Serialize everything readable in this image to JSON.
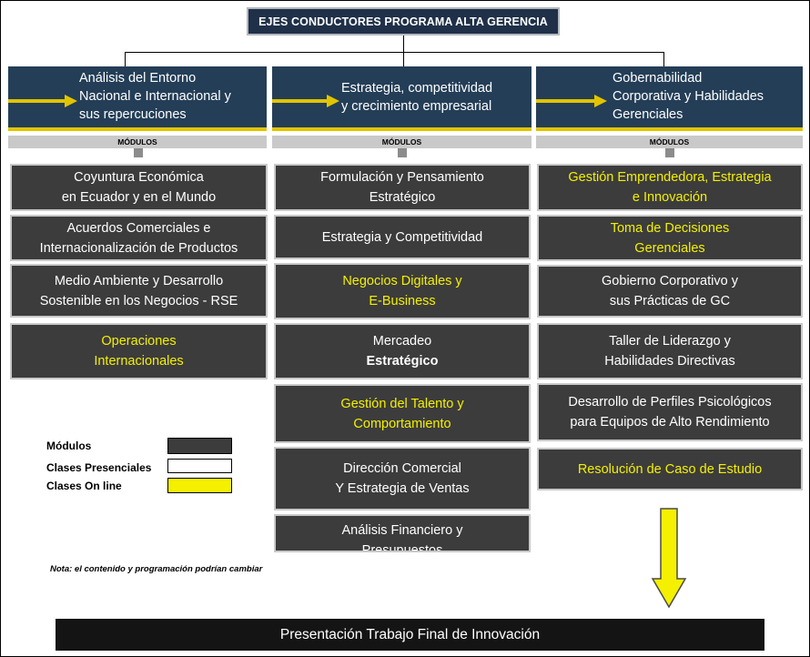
{
  "header": {
    "title": "EJES CONDUCTORES PROGRAMA ALTA GERENCIA"
  },
  "axes": [
    {
      "label": "Análisis del Entorno\nNacional e Internacional y\nsus repercuciones",
      "modules_label": "MÓDULOS"
    },
    {
      "label": "Estrategia, competitividad\ny crecimiento empresarial",
      "modules_label": "MÓDULOS"
    },
    {
      "label": "Gobernabilidad\nCorporativa y Habilidades\nGerenciales",
      "modules_label": "MÓDULOS"
    }
  ],
  "modules": {
    "col1": [
      {
        "text": "Coyuntura Económica\nen Ecuador y en el Mundo",
        "mode": "presencial"
      },
      {
        "text": "Acuerdos Comerciales e\nInternacionalización de Productos",
        "mode": "presencial"
      },
      {
        "text": "Medio Ambiente y Desarrollo\nSostenible en los Negocios - RSE",
        "mode": "presencial"
      },
      {
        "text": "Operaciones\nInternacionales",
        "mode": "online"
      }
    ],
    "col2": [
      {
        "text": "Formulación y Pensamiento\nEstratégico",
        "mode": "presencial"
      },
      {
        "text": "Estrategia y Competitividad",
        "mode": "presencial"
      },
      {
        "text": "Negocios Digitales y\nE-Business",
        "mode": "online"
      },
      {
        "line1": "Mercadeo",
        "line2": "Estratégico",
        "mode": "presencial"
      },
      {
        "text": "Gestión del Talento y\nComportamiento",
        "mode": "online"
      },
      {
        "text": "Dirección Comercial\nY Estrategia de Ventas",
        "mode": "presencial"
      },
      {
        "text": "Análisis Financiero y\nPresupuestos",
        "mode": "presencial"
      }
    ],
    "col3": [
      {
        "text": "Gestión Emprendedora, Estrategia\ne Innovación",
        "mode": "online"
      },
      {
        "text": "Toma de Decisiones\nGerenciales",
        "mode": "online"
      },
      {
        "text": "Gobierno Corporativo y\nsus Prácticas de GC",
        "mode": "presencial"
      },
      {
        "text": "Taller de Liderazgo y\nHabilidades Directivas",
        "mode": "presencial"
      },
      {
        "text": "Desarrollo de Perfiles Psicológicos\npara Equipos de Alto Rendimiento",
        "mode": "presencial"
      },
      {
        "text": "Resolución de Caso de Estudio",
        "mode": "online"
      }
    ]
  },
  "legend": {
    "items": [
      {
        "label": "Módulos",
        "color": "#3c3c3c"
      },
      {
        "label": "Clases Presenciales",
        "color": "#ffffff"
      },
      {
        "label": "Clases On line",
        "color": "#f4f000"
      }
    ]
  },
  "note": "Nota: el contenido y programación podrían cambiar",
  "final": {
    "label": "Presentación Trabajo Final de Innovación"
  },
  "colors": {
    "axis_bg": "#243e57",
    "axis_accent": "#e2c400",
    "online_text": "#f4f000",
    "module_bg": "#3c3c3c"
  }
}
